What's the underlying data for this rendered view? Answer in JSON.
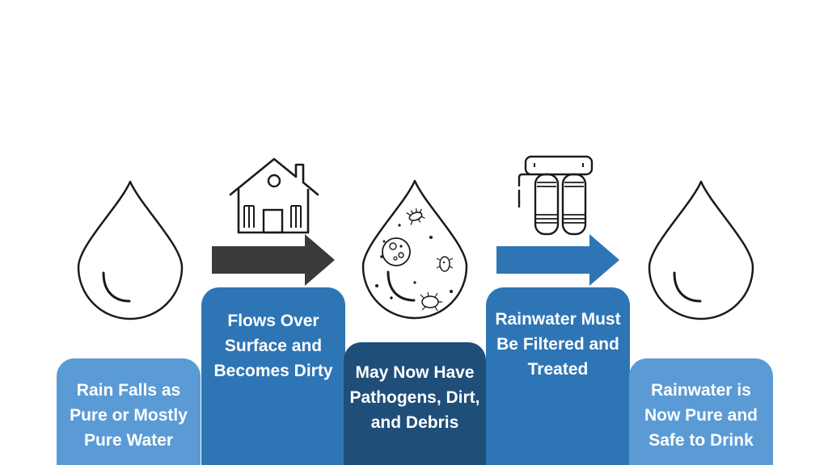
{
  "steps": [
    {
      "lines": [
        "Rain Falls as",
        "Pure or Mostly",
        "Pure Water"
      ],
      "color": "#5b9bd5"
    },
    {
      "lines": [
        "Flows Over",
        "Surface and",
        "Becomes Dirty"
      ],
      "color": "#2e75b6"
    },
    {
      "lines": [
        "May Now Have",
        "Pathogens, Dirt,",
        "and Debris"
      ],
      "color": "#1f4e79"
    },
    {
      "lines": [
        "Rainwater Must",
        "Be Filtered and",
        "Treated"
      ],
      "color": "#2e75b6"
    },
    {
      "lines": [
        "Rainwater is",
        "Now Pure and",
        "Safe to Drink"
      ],
      "color": "#5b9bd5"
    }
  ],
  "arrows": [
    {
      "icon": "house-icon",
      "color": "#3a3a3a"
    },
    {
      "icon": "water-filter-icon",
      "color": "#2e75b6"
    }
  ],
  "drops": [
    {
      "icon": "clean-water-drop-icon"
    },
    {
      "icon": "dirty-water-drop-icon"
    },
    {
      "icon": "clean-water-drop-icon"
    }
  ]
}
